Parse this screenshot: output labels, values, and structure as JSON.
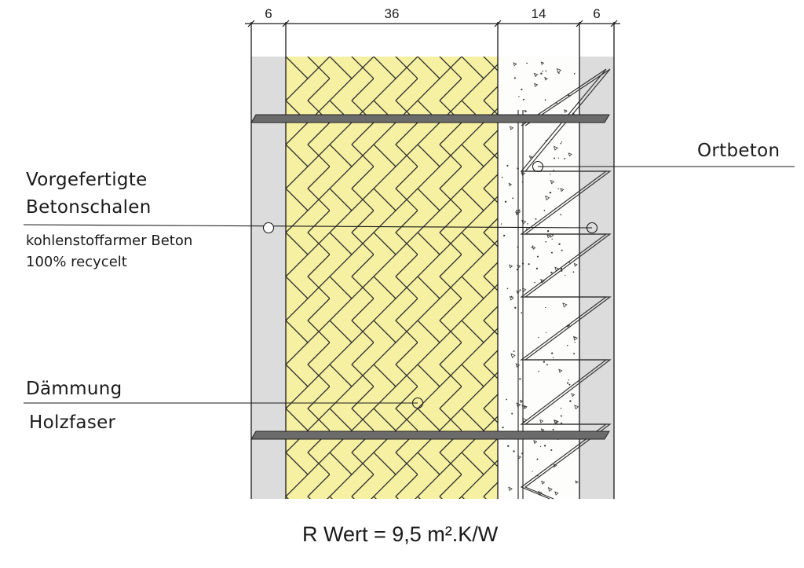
{
  "dimensions": [
    "6",
    "36",
    "14",
    "6"
  ],
  "labels": {
    "precast_line1": "Vorgefertigte",
    "precast_line2": "Betonschalen",
    "precast_sub1": "kohlenstoffarmer Beton",
    "precast_sub2": "100% recycelt",
    "insulation_title": "Dämmung",
    "insulation_sub": "Holzfaser",
    "cast_in_place": "Ortbeton"
  },
  "formula": "R Wert = 9,5 m².K/W",
  "colors": {
    "insulation": "#f6f0a3",
    "precast": "#dcdcdc",
    "concrete": "#fdfdfb",
    "line": "#1a1a1a",
    "connector": "#6b6b6b"
  }
}
